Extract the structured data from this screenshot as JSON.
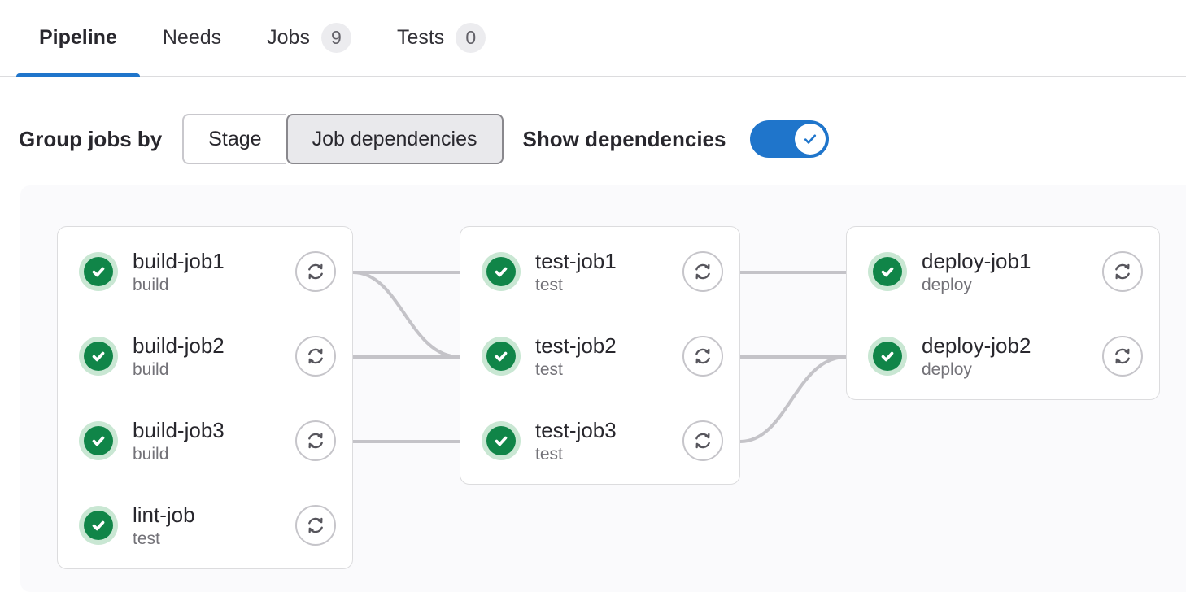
{
  "tabs": [
    {
      "id": "pipeline",
      "label": "Pipeline",
      "active": true
    },
    {
      "id": "needs",
      "label": "Needs",
      "active": false
    },
    {
      "id": "jobs",
      "label": "Jobs",
      "badge": "9",
      "active": false
    },
    {
      "id": "tests",
      "label": "Tests",
      "badge": "0",
      "active": false
    }
  ],
  "toolbar": {
    "group_jobs_by_label": "Group jobs by",
    "segments": [
      {
        "id": "stage",
        "label": "Stage",
        "selected": false
      },
      {
        "id": "job-dependencies",
        "label": "Job dependencies",
        "selected": true
      }
    ],
    "show_dependencies_label": "Show dependencies",
    "show_dependencies_on": true
  },
  "pipeline_graph": {
    "columns": [
      {
        "jobs": [
          {
            "name": "build-job1",
            "stage": "build",
            "status": "success"
          },
          {
            "name": "build-job2",
            "stage": "build",
            "status": "success"
          },
          {
            "name": "build-job3",
            "stage": "build",
            "status": "success"
          },
          {
            "name": "lint-job",
            "stage": "test",
            "status": "success"
          }
        ]
      },
      {
        "jobs": [
          {
            "name": "test-job1",
            "stage": "test",
            "status": "success"
          },
          {
            "name": "test-job2",
            "stage": "test",
            "status": "success"
          },
          {
            "name": "test-job3",
            "stage": "test",
            "status": "success"
          }
        ]
      },
      {
        "jobs": [
          {
            "name": "deploy-job1",
            "stage": "deploy",
            "status": "success"
          },
          {
            "name": "deploy-job2",
            "stage": "deploy",
            "status": "success"
          }
        ]
      }
    ],
    "links": [
      {
        "from": "build-job1",
        "to": "test-job1"
      },
      {
        "from": "build-job1",
        "to": "test-job2"
      },
      {
        "from": "build-job2",
        "to": "test-job2"
      },
      {
        "from": "build-job3",
        "to": "test-job3"
      },
      {
        "from": "test-job1",
        "to": "deploy-job1"
      },
      {
        "from": "test-job2",
        "to": "deploy-job2"
      },
      {
        "from": "test-job3",
        "to": "deploy-job2"
      }
    ]
  },
  "colors": {
    "accent_blue": "#1f75cb",
    "success_green": "#108548",
    "success_halo": "#c9e7d3",
    "link_gray": "#c4c3c8",
    "badge_bg": "#ececef"
  }
}
